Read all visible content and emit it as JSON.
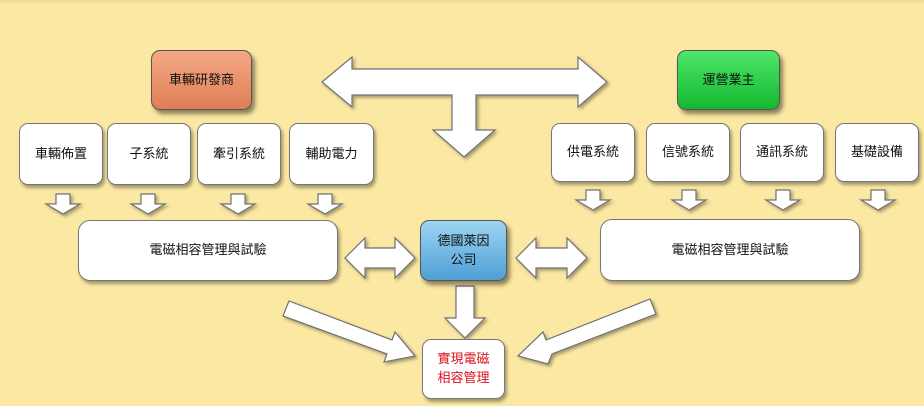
{
  "left_group": {
    "category": "車輛研發商",
    "items": [
      "車輛佈置",
      "子系統",
      "牽引系統",
      "輔助電力"
    ],
    "management": "電磁相容管理與試驗"
  },
  "right_group": {
    "category": "運營業主",
    "items": [
      "供電系統",
      "信號系統",
      "通訊系統",
      "基礎設備"
    ],
    "management": "電磁相容管理與試驗"
  },
  "center": {
    "company": "德國萊因公司",
    "company_line1": "德國萊因",
    "company_line2": "公司",
    "result_line1": "實現電磁",
    "result_line2": "相容管理"
  },
  "colors": {
    "background": "#fbe8a3",
    "left_category": "#e88c62",
    "right_category": "#22cc3f",
    "company": "#6fb7e6",
    "result_text": "#d8101c"
  }
}
